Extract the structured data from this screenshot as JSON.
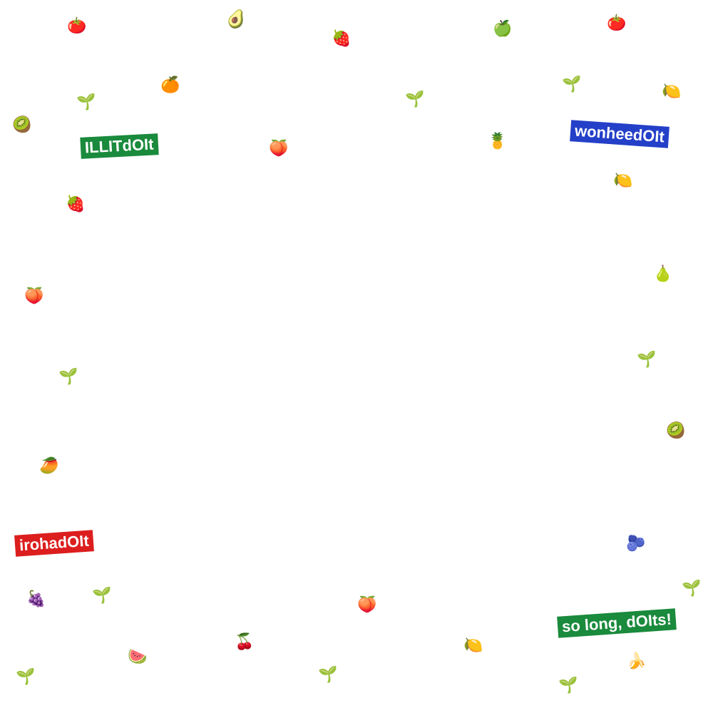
{
  "colors": {
    "background": "#ffffff",
    "green_tag": "#1a8a3c",
    "blue_tag": "#2440c8",
    "red_tag": "#dc1e1e"
  },
  "tags": {
    "illit": {
      "text": "ILLITdOIt",
      "color": "#1a8a3c"
    },
    "wonheed": {
      "text": "wonheedOIt",
      "color": "#2440c8"
    },
    "iroha": {
      "text": "irohadOIt",
      "color": "#dc1e1e"
    },
    "solong": {
      "text": "so long, dOIts!",
      "color": "#1a8a3c"
    }
  },
  "emojis": [
    {
      "name": "tomato",
      "glyph": "🍅"
    },
    {
      "name": "avocado",
      "glyph": "🥑"
    },
    {
      "name": "strawberry",
      "glyph": "🍓"
    },
    {
      "name": "green-apple",
      "glyph": "🍏"
    },
    {
      "name": "tomato",
      "glyph": "🍅"
    },
    {
      "name": "seedling",
      "glyph": "🌱"
    },
    {
      "name": "tangerine",
      "glyph": "🍊"
    },
    {
      "name": "seedling",
      "glyph": "🌱"
    },
    {
      "name": "seedling",
      "glyph": "🌱"
    },
    {
      "name": "lemon",
      "glyph": "🍋"
    },
    {
      "name": "kiwi",
      "glyph": "🥝"
    },
    {
      "name": "peach",
      "glyph": "🍑"
    },
    {
      "name": "pineapple",
      "glyph": "🍍"
    },
    {
      "name": "lime",
      "glyph": "🍋"
    },
    {
      "name": "strawberry",
      "glyph": "🍓"
    },
    {
      "name": "pear",
      "glyph": "🍐"
    },
    {
      "name": "peach",
      "glyph": "🍑"
    },
    {
      "name": "seedling",
      "glyph": "🌱"
    },
    {
      "name": "seedling",
      "glyph": "🌱"
    },
    {
      "name": "kiwi",
      "glyph": "🥝"
    },
    {
      "name": "mango",
      "glyph": "🥭"
    },
    {
      "name": "blueberries",
      "glyph": "🫐"
    },
    {
      "name": "seedling",
      "glyph": "🌱"
    },
    {
      "name": "grapes",
      "glyph": "🍇"
    },
    {
      "name": "seedling",
      "glyph": "🌱"
    },
    {
      "name": "peach",
      "glyph": "🍑"
    },
    {
      "name": "cherries",
      "glyph": "🍒"
    },
    {
      "name": "lemon",
      "glyph": "🍋"
    },
    {
      "name": "watermelon",
      "glyph": "🍉"
    },
    {
      "name": "banana",
      "glyph": "🍌"
    },
    {
      "name": "seedling",
      "glyph": "🌱"
    },
    {
      "name": "seedling",
      "glyph": "🌱"
    },
    {
      "name": "seedling",
      "glyph": "🌱"
    }
  ]
}
